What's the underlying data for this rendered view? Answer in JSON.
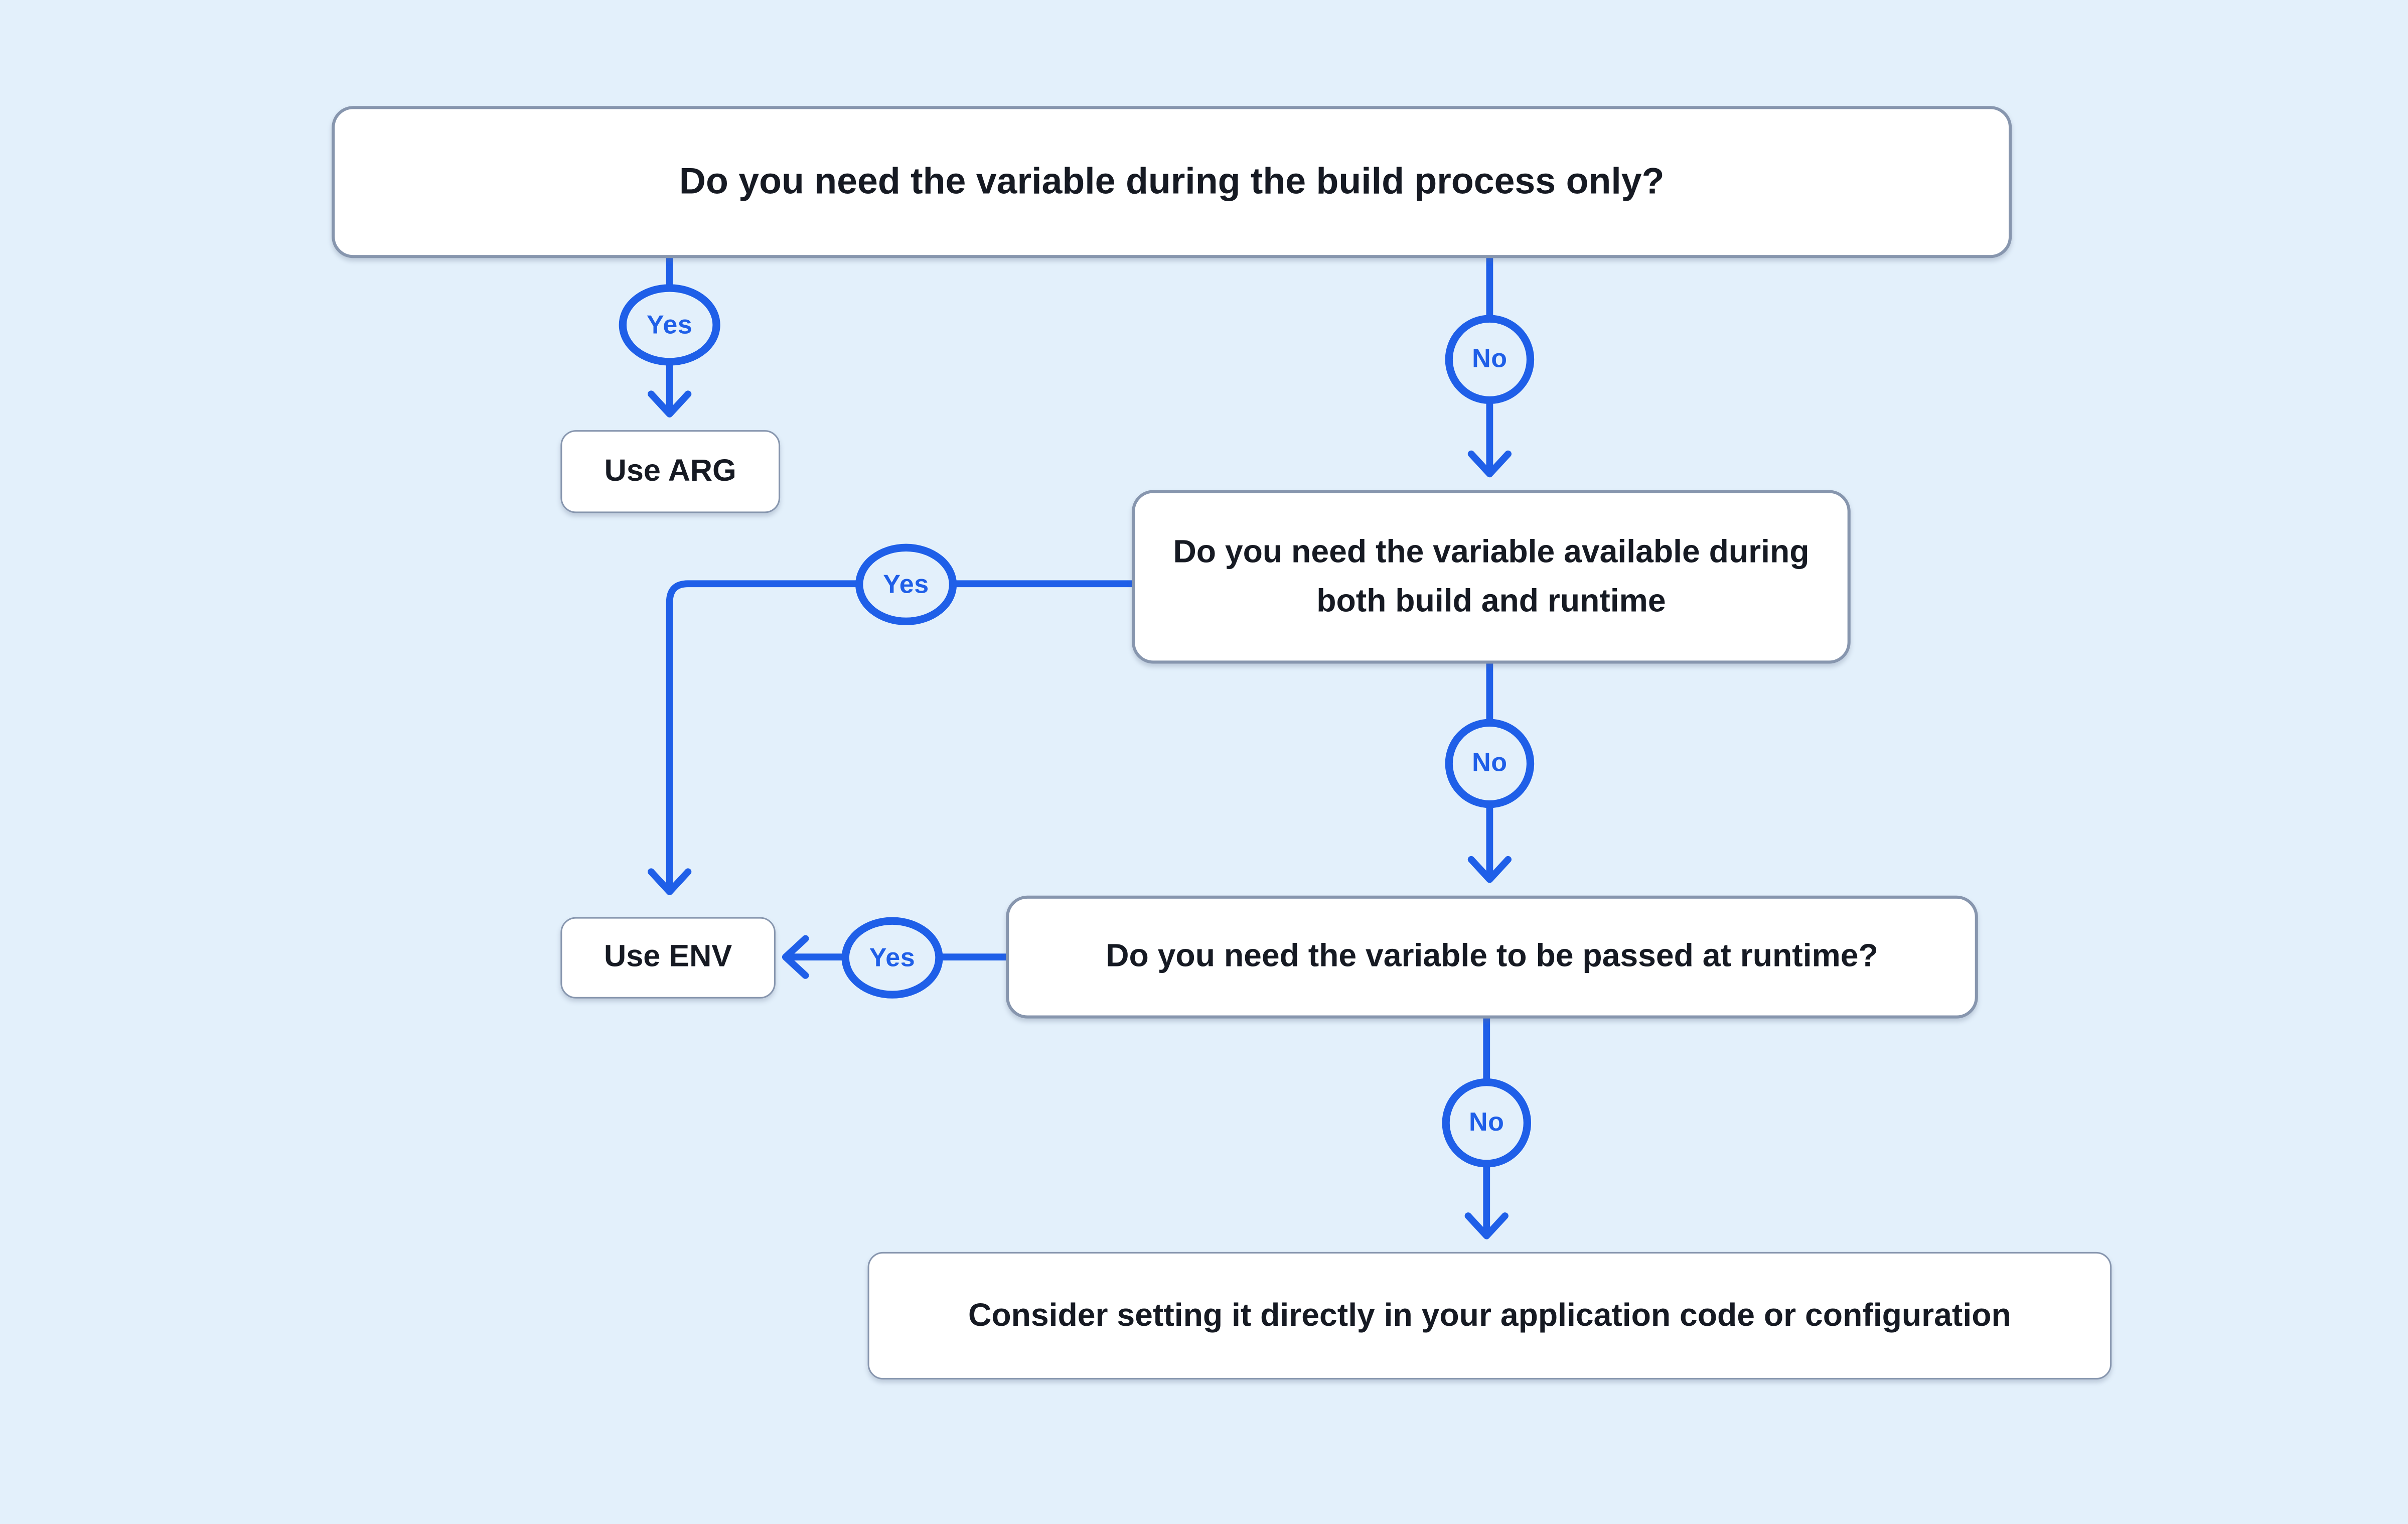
{
  "page": {
    "background_color": "#e3f0fb"
  },
  "palette": {
    "accent_blue": "#1f5fe8",
    "node_background": "#ffffff",
    "node_border": "#8796ae",
    "text_color": "#161a23"
  },
  "flowchart": {
    "nodes": {
      "q1": {
        "text": "Do you need the variable during the build process only?"
      },
      "use_arg": {
        "text": "Use ARG"
      },
      "q2": {
        "text": "Do you need the variable available during both build and runtime"
      },
      "use_env": {
        "text": "Use ENV"
      },
      "q3": {
        "text": "Do you need the variable to be passed at runtime?"
      },
      "final": {
        "text": "Consider setting it directly in your application code or configuration"
      }
    },
    "edge_labels": {
      "q1_yes": "Yes",
      "q1_no": "No",
      "q2_yes": "Yes",
      "q2_no": "No",
      "q3_yes": "Yes",
      "q3_no": "No"
    }
  }
}
